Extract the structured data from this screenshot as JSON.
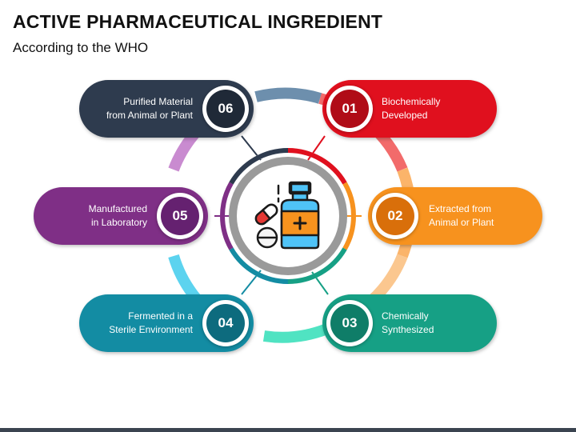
{
  "header": {
    "title": "ACTIVE PHARMACEUTICAL INGREDIENT",
    "subtitle": "According to the WHO"
  },
  "center": {
    "icon": "medicine-bottle-pills-icon"
  },
  "items": [
    {
      "number": "01",
      "line1": "Biochemically",
      "line2": "Developed",
      "color": "#e0101e",
      "dark": "#b00c17"
    },
    {
      "number": "02",
      "line1": "Extracted from",
      "line2": "Animal or Plant",
      "color": "#f7921e",
      "dark": "#d96f0a"
    },
    {
      "number": "03",
      "line1": "Chemically",
      "line2": "Synthesized",
      "color": "#16a085",
      "dark": "#0f7d68"
    },
    {
      "number": "04",
      "line1": "Fermented in a",
      "line2": "Sterile Environment",
      "color": "#138ca3",
      "dark": "#0d6b7e"
    },
    {
      "number": "05",
      "line1": "Manufactured",
      "line2": "in Laboratory",
      "color": "#7f2f86",
      "dark": "#652170"
    },
    {
      "number": "06",
      "line1": "Purified Material",
      "line2": "from Animal or Plant",
      "color": "#2e3b4e",
      "dark": "#1f2937"
    }
  ]
}
